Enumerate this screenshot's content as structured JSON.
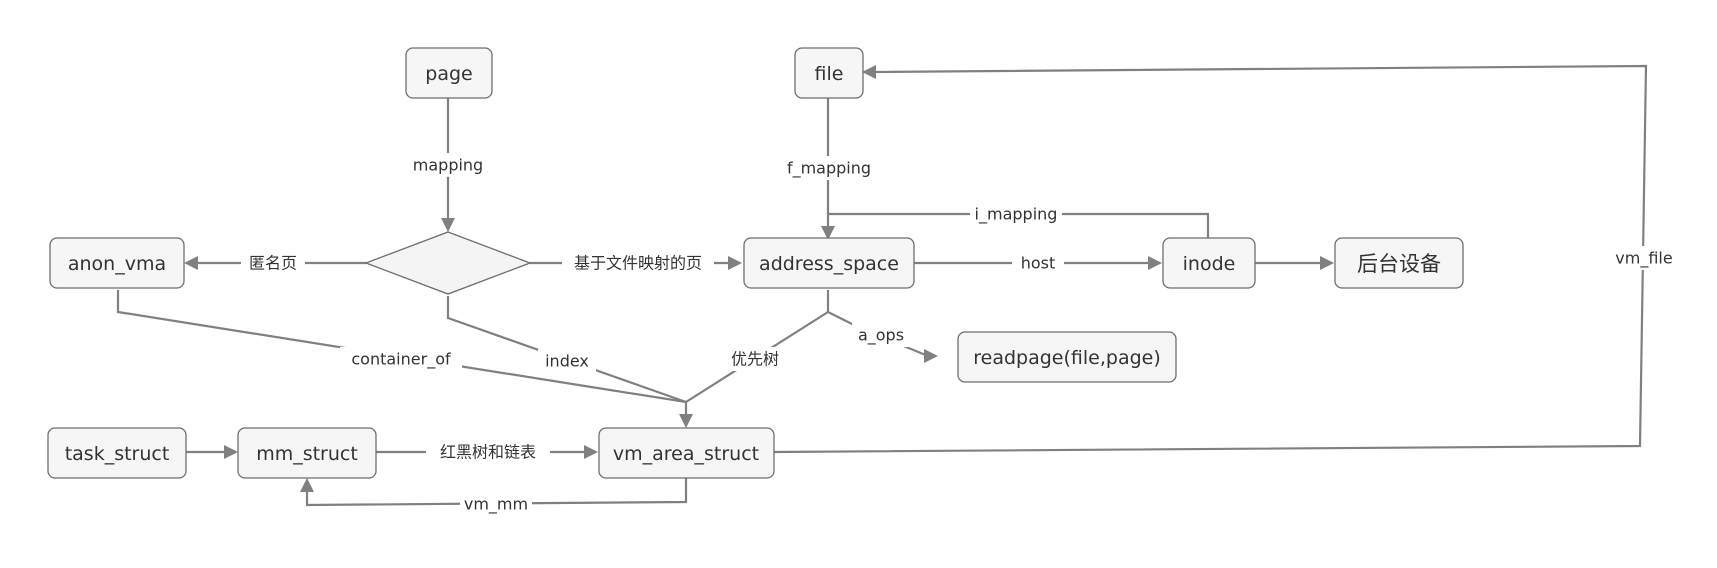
{
  "nodes": {
    "page": "page",
    "file": "file",
    "anon_vma": "anon_vma",
    "address_space": "address_space",
    "inode": "inode",
    "backend_device": "后台设备",
    "readpage": "readpage(file,page)",
    "task_struct": "task_struct",
    "mm_struct": "mm_struct",
    "vm_area_struct": "vm_area_struct"
  },
  "edges": {
    "mapping": "mapping",
    "f_mapping": "f_mapping",
    "i_mapping": "i_mapping",
    "anon_page": "匿名页",
    "file_mapped_page": "基于文件映射的页",
    "host": "host",
    "a_ops": "a_ops",
    "container_of": "container_of",
    "index": "index",
    "priority_tree": "优先树",
    "rbtree_list": "红黑树和链表",
    "vm_mm": "vm_mm",
    "vm_file": "vm_file"
  }
}
